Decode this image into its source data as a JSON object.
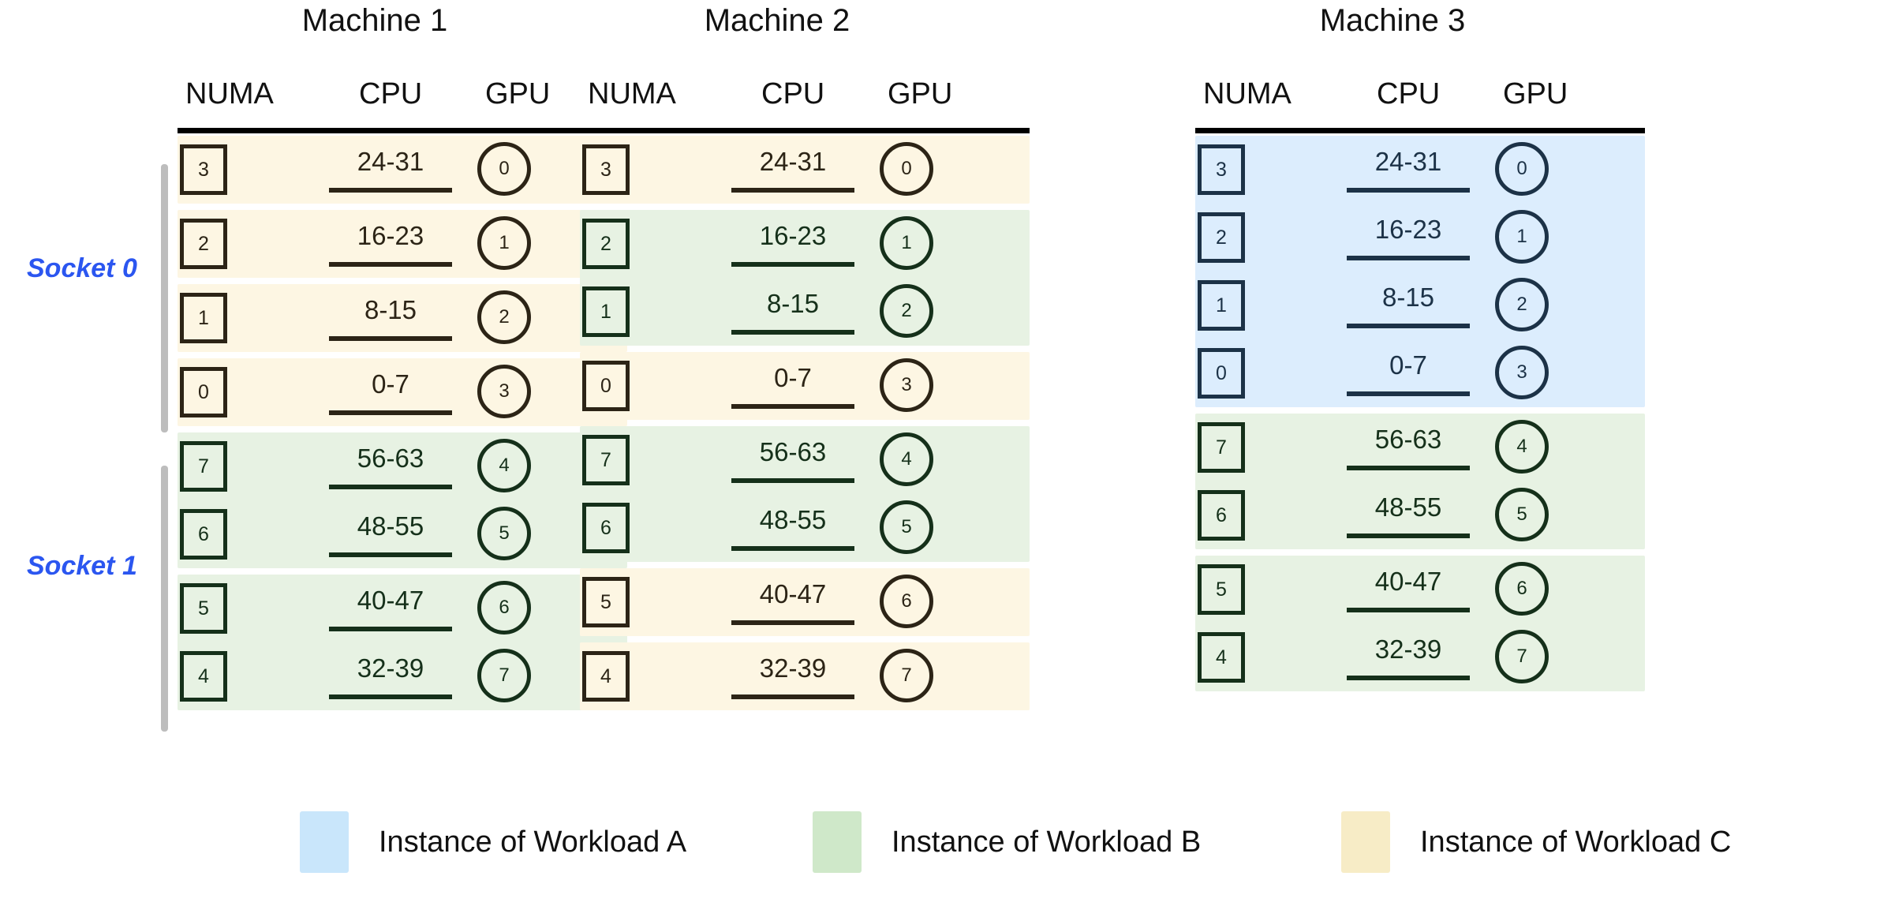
{
  "sockets": [
    {
      "label": "Socket 0"
    },
    {
      "label": "Socket 1"
    }
  ],
  "columns": {
    "numa": "NUMA",
    "cpu": "CPU",
    "gpu": "GPU"
  },
  "colors": {
    "workload_a": "#dcedfd",
    "workload_b": "#e7f2e3",
    "workload_c": "#fdf6e3",
    "legend_a": "#c9e6fb",
    "legend_b": "#cfe8c9",
    "legend_c": "#f7ecc6",
    "socket_label": "#2b56f0",
    "socket_bar": "#bdbdbd",
    "stroke_dark": "#2c2416",
    "stroke_green": "#15301a",
    "stroke_navy": "#1c3247"
  },
  "machines": [
    {
      "title": "Machine 1",
      "groups": [
        {
          "fill": "workload_c",
          "stroke": "dark",
          "rows": [
            {
              "numa": "3",
              "cpu": "24-31",
              "gpu": "0"
            }
          ]
        },
        {
          "fill": "workload_c",
          "stroke": "dark",
          "rows": [
            {
              "numa": "2",
              "cpu": "16-23",
              "gpu": "1"
            }
          ]
        },
        {
          "fill": "workload_c",
          "stroke": "dark",
          "rows": [
            {
              "numa": "1",
              "cpu": "8-15",
              "gpu": "2"
            }
          ]
        },
        {
          "fill": "workload_c",
          "stroke": "dark",
          "rows": [
            {
              "numa": "0",
              "cpu": "0-7",
              "gpu": "3"
            }
          ]
        },
        {
          "fill": "workload_b",
          "stroke": "green",
          "rows": [
            {
              "numa": "7",
              "cpu": "56-63",
              "gpu": "4"
            },
            {
              "numa": "6",
              "cpu": "48-55",
              "gpu": "5"
            }
          ]
        },
        {
          "fill": "workload_b",
          "stroke": "green",
          "rows": [
            {
              "numa": "5",
              "cpu": "40-47",
              "gpu": "6"
            },
            {
              "numa": "4",
              "cpu": "32-39",
              "gpu": "7"
            }
          ]
        }
      ]
    },
    {
      "title": "Machine 2",
      "groups": [
        {
          "fill": "workload_c",
          "stroke": "dark",
          "rows": [
            {
              "numa": "3",
              "cpu": "24-31",
              "gpu": "0"
            }
          ]
        },
        {
          "fill": "workload_b",
          "stroke": "green",
          "rows": [
            {
              "numa": "2",
              "cpu": "16-23",
              "gpu": "1"
            },
            {
              "numa": "1",
              "cpu": "8-15",
              "gpu": "2"
            }
          ]
        },
        {
          "fill": "workload_c",
          "stroke": "dark",
          "rows": [
            {
              "numa": "0",
              "cpu": "0-7",
              "gpu": "3"
            }
          ]
        },
        {
          "fill": "workload_b",
          "stroke": "green",
          "rows": [
            {
              "numa": "7",
              "cpu": "56-63",
              "gpu": "4"
            },
            {
              "numa": "6",
              "cpu": "48-55",
              "gpu": "5"
            }
          ]
        },
        {
          "fill": "workload_c",
          "stroke": "dark",
          "rows": [
            {
              "numa": "5",
              "cpu": "40-47",
              "gpu": "6"
            }
          ]
        },
        {
          "fill": "workload_c",
          "stroke": "dark",
          "rows": [
            {
              "numa": "4",
              "cpu": "32-39",
              "gpu": "7"
            }
          ]
        }
      ]
    },
    {
      "title": "Machine 3",
      "groups": [
        {
          "fill": "workload_a",
          "stroke": "navy",
          "rows": [
            {
              "numa": "3",
              "cpu": "24-31",
              "gpu": "0"
            },
            {
              "numa": "2",
              "cpu": "16-23",
              "gpu": "1"
            },
            {
              "numa": "1",
              "cpu": "8-15",
              "gpu": "2"
            },
            {
              "numa": "0",
              "cpu": "0-7",
              "gpu": "3"
            }
          ]
        },
        {
          "fill": "workload_b",
          "stroke": "green",
          "rows": [
            {
              "numa": "7",
              "cpu": "56-63",
              "gpu": "4"
            },
            {
              "numa": "6",
              "cpu": "48-55",
              "gpu": "5"
            }
          ]
        },
        {
          "fill": "workload_b",
          "stroke": "green",
          "rows": [
            {
              "numa": "5",
              "cpu": "40-47",
              "gpu": "6"
            },
            {
              "numa": "4",
              "cpu": "32-39",
              "gpu": "7"
            }
          ]
        }
      ]
    }
  ],
  "legend": [
    {
      "swatch": "legend_a",
      "label": "Instance of Workload A"
    },
    {
      "swatch": "legend_b",
      "label": "Instance of Workload B"
    },
    {
      "swatch": "legend_c",
      "label": "Instance of Workload C"
    }
  ]
}
